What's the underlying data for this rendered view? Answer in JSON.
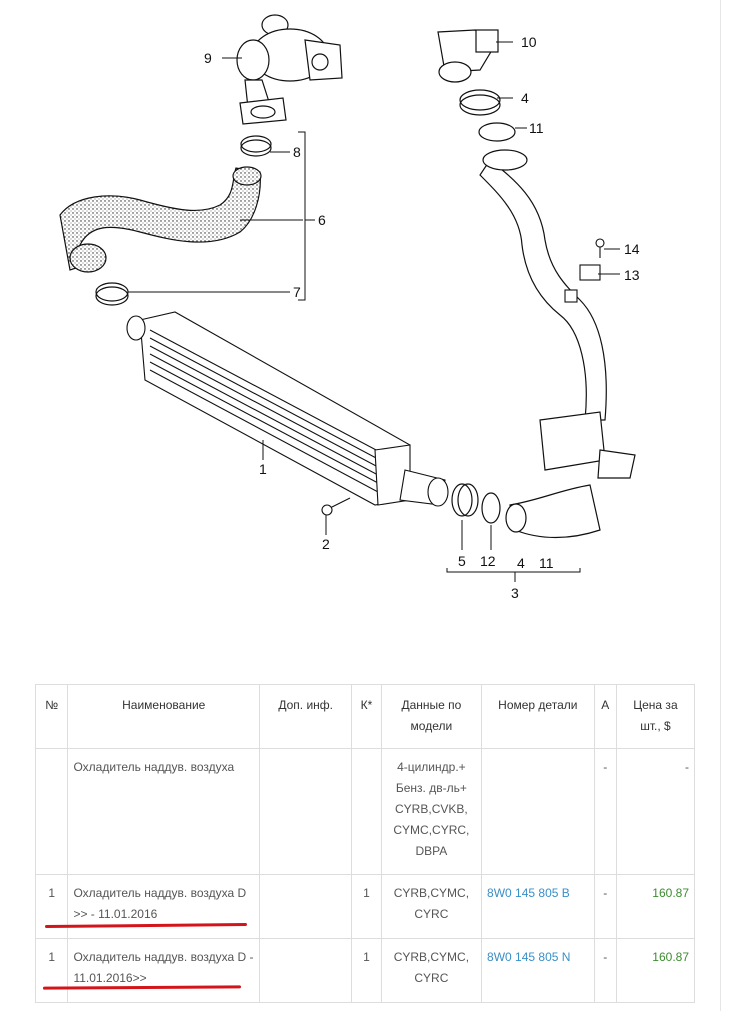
{
  "diagram": {
    "callouts": [
      "1",
      "2",
      "3",
      "4",
      "4",
      "5",
      "6",
      "7",
      "8",
      "9",
      "10",
      "11",
      "11",
      "12",
      "13",
      "14"
    ]
  },
  "table": {
    "headers": [
      "№",
      "Наименование",
      "Доп. инф.",
      "К*",
      "Данные по модели",
      "Номер детали",
      "А",
      "Цена за шт., $"
    ],
    "rows": [
      {
        "num": "",
        "name": "Охладитель наддув. воздуха",
        "extra": "",
        "qty": "",
        "model": "4-цилиндр.+ Бенз. дв-ль+ CYRB,CVKB, CYMC,CYRC, DBPA",
        "part": "",
        "a": "-",
        "price": "-"
      },
      {
        "num": "1",
        "name": "Охладитель наддув. воздуха D >> - 11.01.2016",
        "extra": "",
        "qty": "1",
        "model": "CYRB,CYMC, CYRC",
        "part": "8W0 145 805 B",
        "a": "-",
        "price": "160.87"
      },
      {
        "num": "1",
        "name": "Охладитель наддув. воздуха D - 11.01.2016>>",
        "extra": "",
        "qty": "1",
        "model": "CYRB,CYMC, CYRC",
        "part": "8W0 145 805 N",
        "a": "-",
        "price": "160.87"
      }
    ]
  },
  "colors": {
    "link": "#3a8fc8",
    "price": "#3d8c2f",
    "underline": "#d3151b"
  }
}
